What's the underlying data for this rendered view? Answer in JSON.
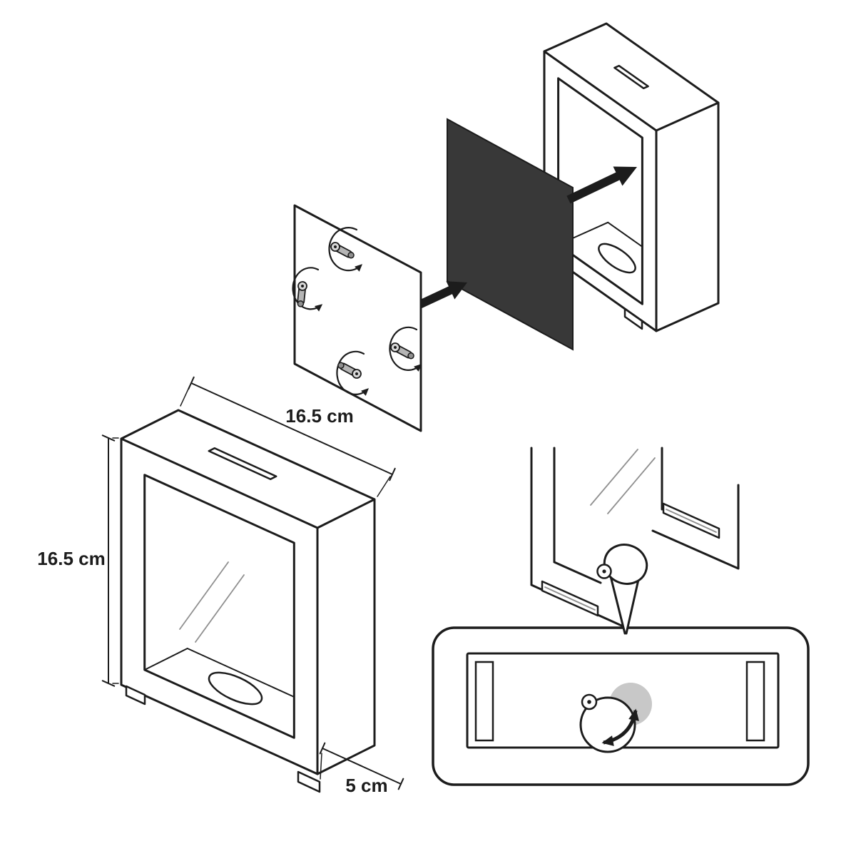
{
  "figure": {
    "labels": {
      "frame_width": "16.5 cm",
      "frame_height": "16.5 cm",
      "frame_depth": "5 cm"
    },
    "colors": {
      "line": "#1c1c1c",
      "photo_panel": "#383838",
      "hole_shade": "#c8c8c8",
      "metal_light": "#d9d9d9",
      "metal_mid": "#b5b5b5",
      "background": "#ffffff"
    }
  }
}
